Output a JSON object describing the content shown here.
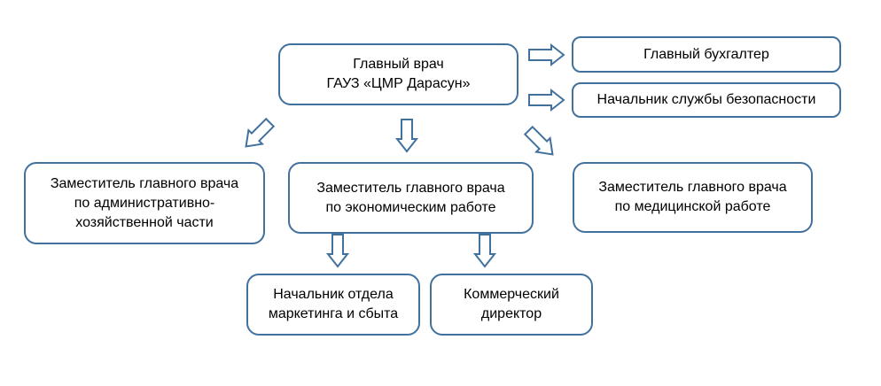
{
  "org_chart": {
    "chief": {
      "line1": "Главный врач",
      "line2": "ГАУЗ «ЦМР Дарасун»"
    },
    "chief_accountant": "Главный бухгалтер",
    "security_head": "Начальник службы безопасности",
    "deputy_admin": {
      "line1": "Заместитель главного врача",
      "line2": "по административно-",
      "line3": "хозяйственной части"
    },
    "deputy_econ": {
      "line1": "Заместитель главного врача",
      "line2": "по экономическим работе"
    },
    "deputy_med": {
      "line1": "Заместитель главного врача",
      "line2": "по медицинской работе"
    },
    "marketing_head": {
      "line1": "Начальник отдела",
      "line2": "маркетинга и сбыта"
    },
    "commercial_director": {
      "line1": "Коммерческий",
      "line2": "директор"
    }
  },
  "colors": {
    "border": "#41719c",
    "fill": "#ffffff",
    "text": "#000000"
  }
}
